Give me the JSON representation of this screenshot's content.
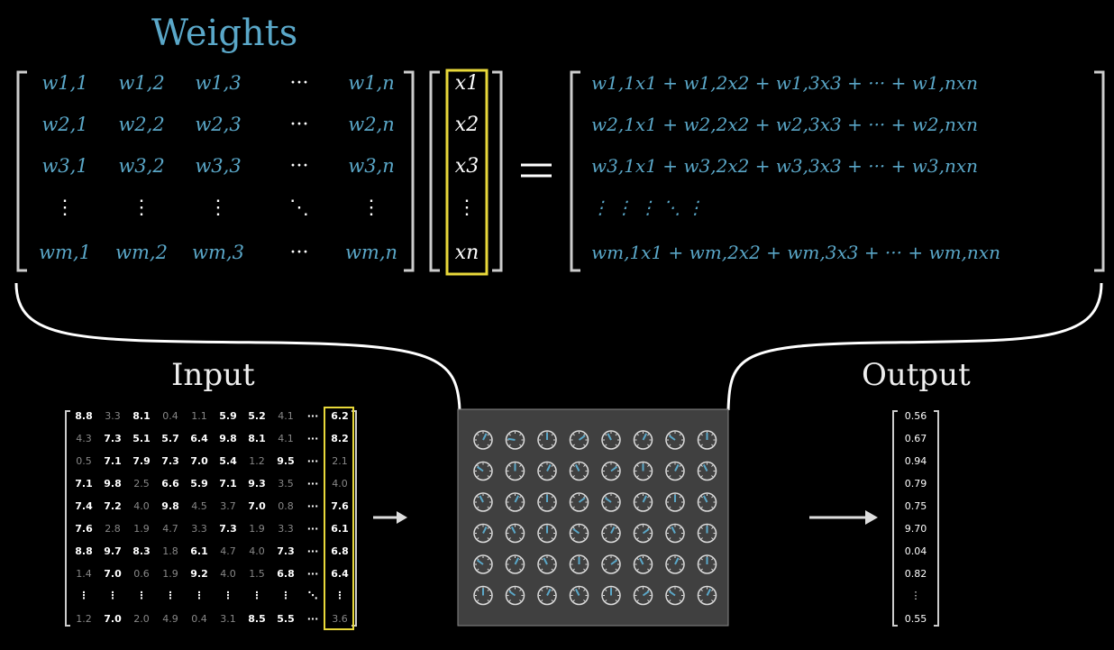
{
  "title": "Weights",
  "input_label": "Input",
  "output_label": "Output",
  "weights_matrix": {
    "rows": [
      [
        "w1,1",
        "w1,2",
        "w1,3",
        "···",
        "w1,n"
      ],
      [
        "w2,1",
        "w2,2",
        "w2,3",
        "···",
        "w2,n"
      ],
      [
        "w3,1",
        "w3,2",
        "w3,3",
        "···",
        "w3,n"
      ],
      [
        "⋮",
        "⋮",
        "⋮",
        "⋱",
        "⋮"
      ],
      [
        "wm,1",
        "wm,2",
        "wm,3",
        "···",
        "wm,n"
      ]
    ]
  },
  "x_vector": [
    "x1",
    "x2",
    "x3",
    "⋮",
    "xn"
  ],
  "equals": "=",
  "result_rows": [
    "w1,1x1 + w1,2x2 + w1,3x3 + ··· + w1,nxn",
    "w2,1x1 + w2,2x2 + w2,3x3 + ··· + w2,nxn",
    "w3,1x1 + w3,2x2 + w3,3x3 + ··· + w3,nxn",
    "⋮  ⋮  ⋮  ⋱  ⋮",
    "wm,1x1 + wm,2x2 + wm,3x3 + ··· + wm,nxn"
  ],
  "input_matrix": [
    [
      "8.8",
      "3.3",
      "8.1",
      "0.4",
      "1.1",
      "5.9",
      "5.2",
      "4.1",
      "···",
      "6.2"
    ],
    [
      "4.3",
      "7.3",
      "5.1",
      "5.7",
      "6.4",
      "9.8",
      "8.1",
      "4.1",
      "···",
      "8.2"
    ],
    [
      "0.5",
      "7.1",
      "7.9",
      "7.3",
      "7.0",
      "5.4",
      "1.2",
      "9.5",
      "···",
      "2.1"
    ],
    [
      "7.1",
      "9.8",
      "2.5",
      "6.6",
      "5.9",
      "7.1",
      "9.3",
      "3.5",
      "···",
      "4.0"
    ],
    [
      "7.4",
      "7.2",
      "4.0",
      "9.8",
      "4.5",
      "3.7",
      "7.0",
      "0.8",
      "···",
      "7.6"
    ],
    [
      "7.6",
      "2.8",
      "1.9",
      "4.7",
      "3.3",
      "7.3",
      "1.9",
      "3.3",
      "···",
      "6.1"
    ],
    [
      "8.8",
      "9.7",
      "8.3",
      "1.8",
      "6.1",
      "4.7",
      "4.0",
      "7.3",
      "···",
      "6.8"
    ],
    [
      "1.4",
      "7.0",
      "0.6",
      "1.9",
      "9.2",
      "4.0",
      "1.5",
      "6.8",
      "···",
      "6.4"
    ],
    [
      "⋮",
      "⋮",
      "⋮",
      "⋮",
      "⋮",
      "⋮",
      "⋮",
      "⋮",
      "⋱",
      "⋮"
    ],
    [
      "1.2",
      "7.0",
      "2.0",
      "4.9",
      "0.4",
      "3.1",
      "8.5",
      "5.5",
      "···",
      "3.6"
    ]
  ],
  "output_vector": [
    "0.56",
    "0.67",
    "0.94",
    "0.79",
    "0.75",
    "9.70",
    "0.04",
    "0.82",
    "⋮",
    "0.55"
  ],
  "colors": {
    "weight_blue": "#5aa7c8",
    "highlight_yellow": "#e8d83a",
    "network_box": "#404040"
  },
  "dial_levels": [
    0.6,
    0.2,
    0.5,
    0.7,
    0.4,
    0.6,
    0.3,
    0.5,
    0.3,
    0.5,
    0.6,
    0.4,
    0.7,
    0.5,
    0.6,
    0.4,
    0.4,
    0.6,
    0.5,
    0.7,
    0.3,
    0.6,
    0.5,
    0.4,
    0.6,
    0.4,
    0.5,
    0.3,
    0.6,
    0.7,
    0.4,
    0.5,
    0.3,
    0.6,
    0.4,
    0.5,
    0.7,
    0.4,
    0.6,
    0.5,
    0.5,
    0.3,
    0.6,
    0.4,
    0.5,
    0.7,
    0.3,
    0.6
  ]
}
